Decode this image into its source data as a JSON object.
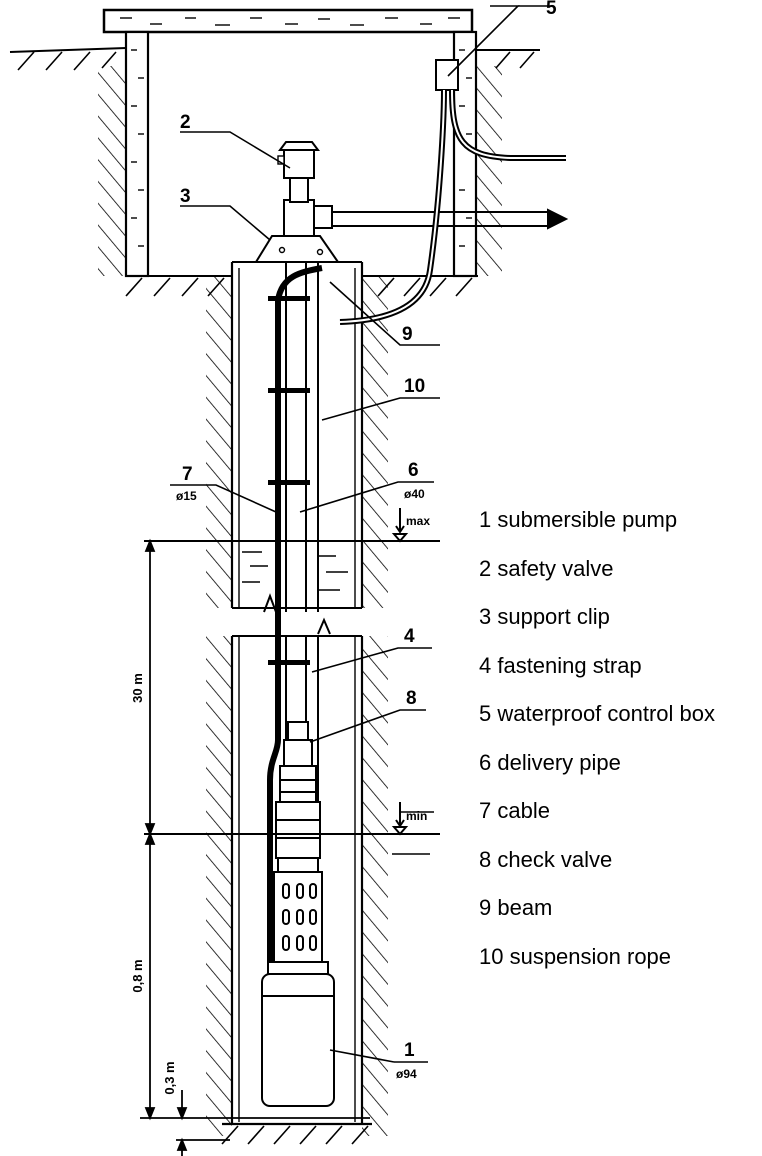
{
  "callouts": {
    "c1": "1",
    "c2": "2",
    "c3": "3",
    "c4": "4",
    "c5": "5",
    "c6": "6",
    "c7": "7",
    "c8": "8",
    "c9": "9",
    "c10": "10"
  },
  "diameters": {
    "d15": "ø15",
    "d40": "ø40",
    "d94": "ø94"
  },
  "levels": {
    "max": "max",
    "min": "min"
  },
  "dimensions": {
    "d30": "30 m",
    "d08": "0,8 m",
    "d03": "0,3 m"
  },
  "legend": [
    "1 submersible pump",
    "2 safety valve",
    "3 support clip",
    "4 fastening strap",
    "5 waterproof control box",
    "6 delivery pipe",
    "7 cable",
    "8 check valve",
    "9 beam",
    "10 suspension rope"
  ]
}
